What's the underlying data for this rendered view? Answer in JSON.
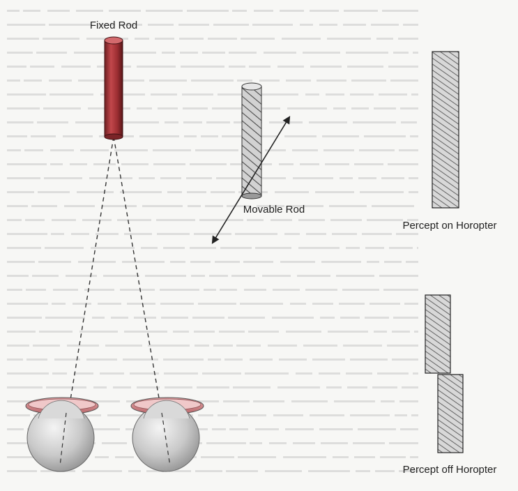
{
  "labels": {
    "fixed_rod": "Fixed Rod",
    "movable_rod": "Movable Rod",
    "percept_on": "Percept on Horopter",
    "percept_off": "Percept off Horopter"
  },
  "colors": {
    "fixed_rod": "#b03a3e",
    "background": "#f7f7f5",
    "ink": "#1e1e1e",
    "hatch_fill": "#cfcfcf",
    "eye_ring": "#d98a8c",
    "eye_ball": "#cfcfcf"
  }
}
